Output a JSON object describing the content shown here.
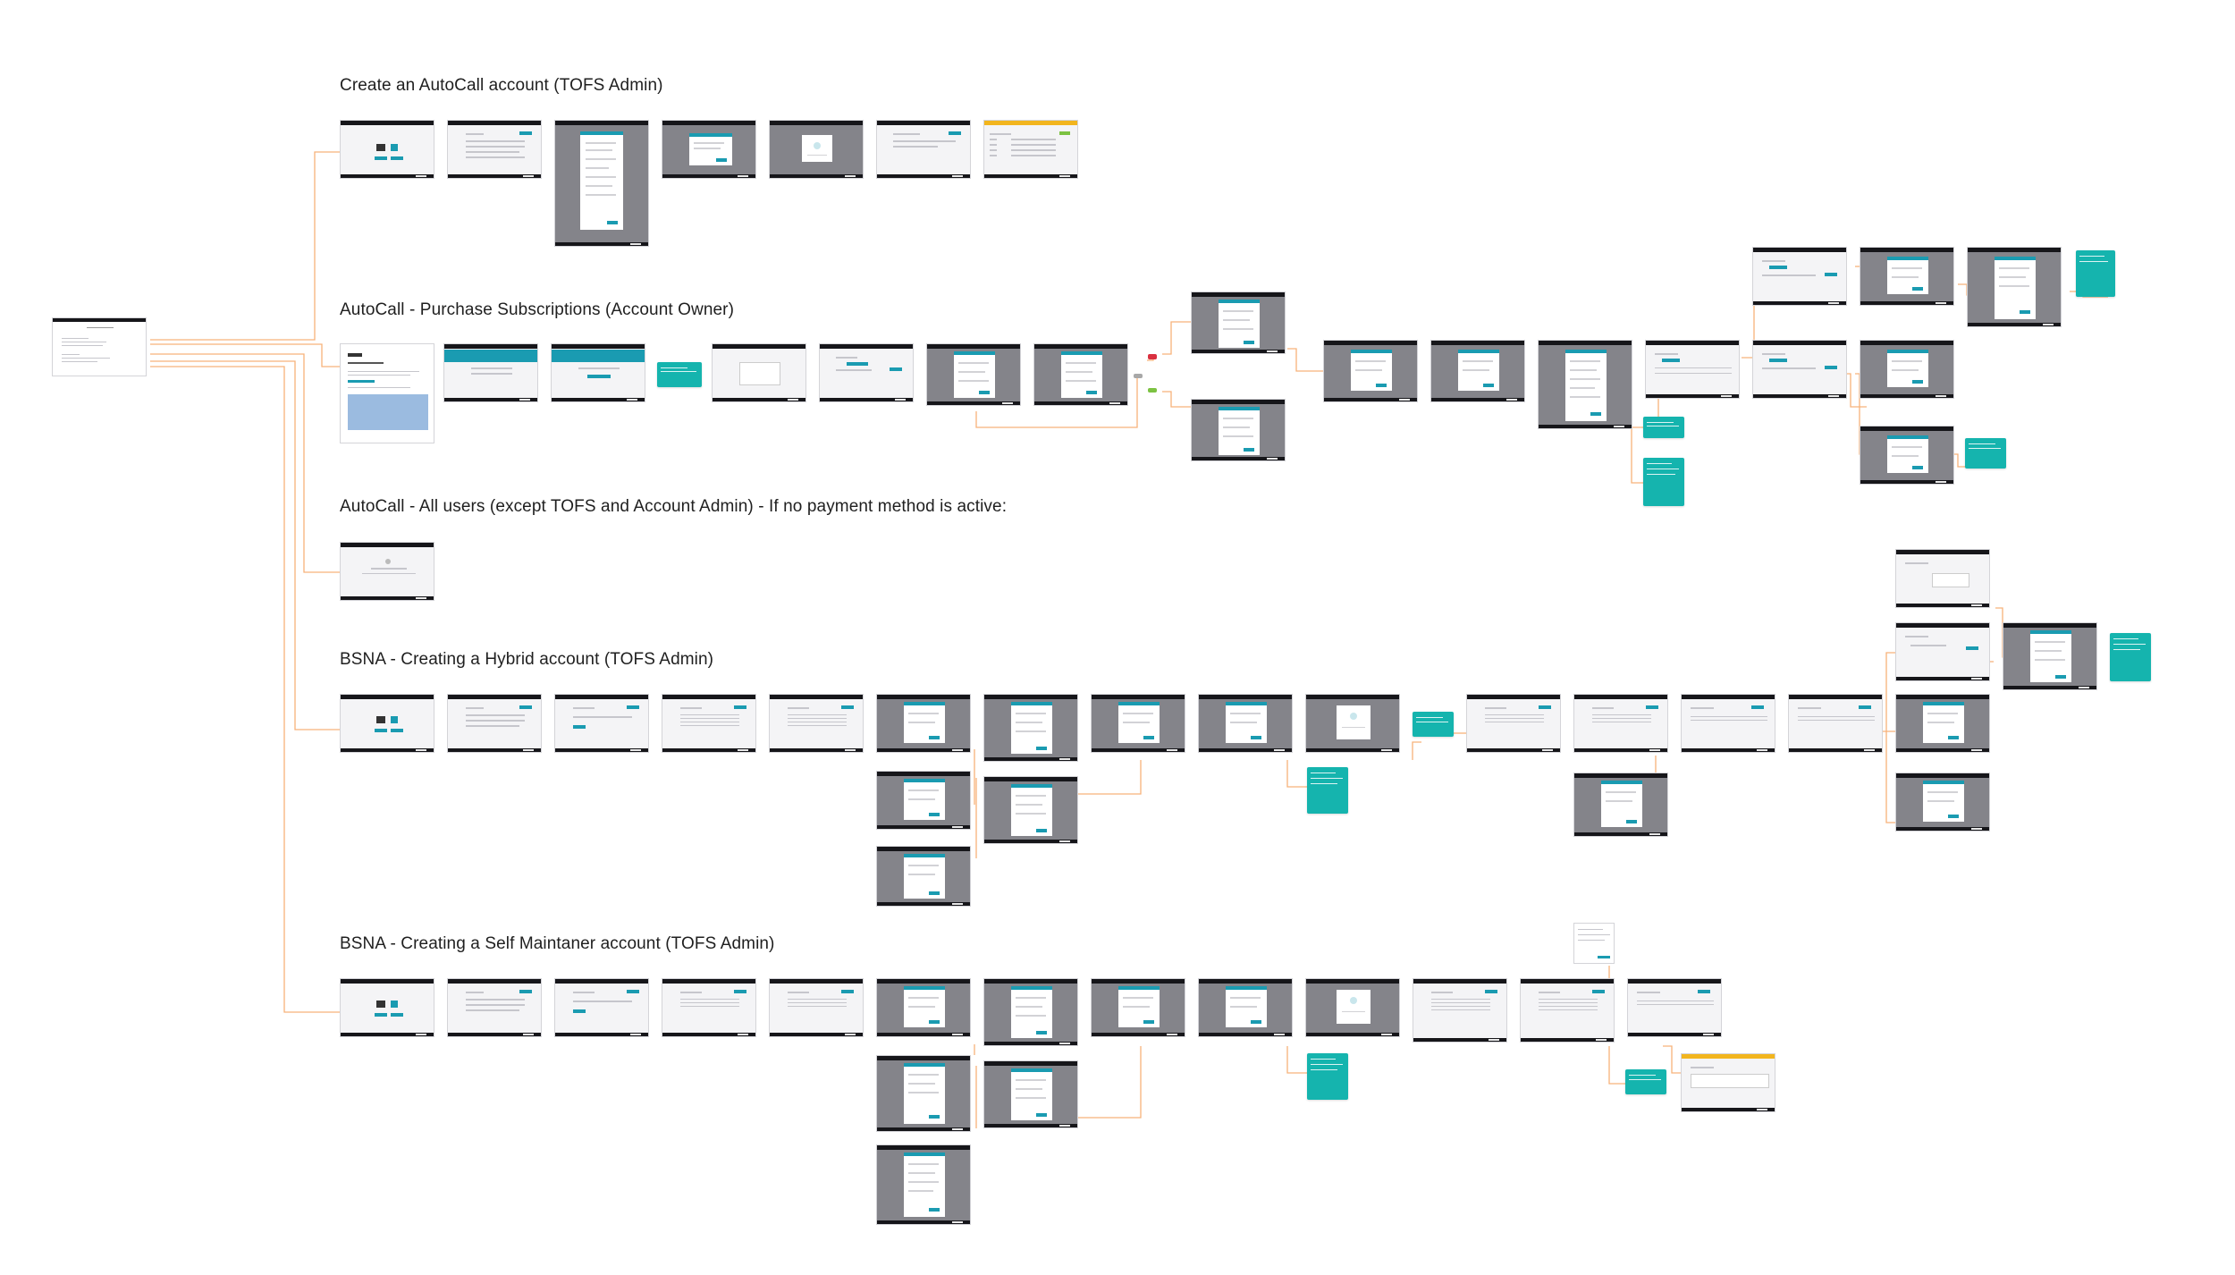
{
  "canvas_tag": "",
  "flows": [
    {
      "id": "flow-autocall-create",
      "title": "Create an AutoCall account (TOFS Admin)"
    },
    {
      "id": "flow-autocall-purchase",
      "title": "AutoCall - Purchase Subscriptions (Account Owner)"
    },
    {
      "id": "flow-autocall-no-payment",
      "title": "AutoCall  - All users (except TOFS and Account Admin) - If no payment method is active:"
    },
    {
      "id": "flow-bsna-hybrid",
      "title": "BSNA - Creating a Hybrid account (TOFS Admin)"
    },
    {
      "id": "flow-bsna-self",
      "title": "BSNA - Creating a Self Maintaner account (TOFS Admin)"
    }
  ],
  "colors": {
    "connector": "#f7b27a",
    "note": "#15b4ae",
    "topbar": "#16161a",
    "modal_overlay": "#84848a",
    "primary_button": "#1a9bb1",
    "accent_bar": "#f2b51e",
    "decision_no": "#d93040",
    "decision_yes": "#7cc242",
    "decision_neutral": "#a8a8a8"
  },
  "icons": {
    "screen_frame": "screen-thumbnail-icon",
    "annotation": "sticky-note-icon"
  }
}
